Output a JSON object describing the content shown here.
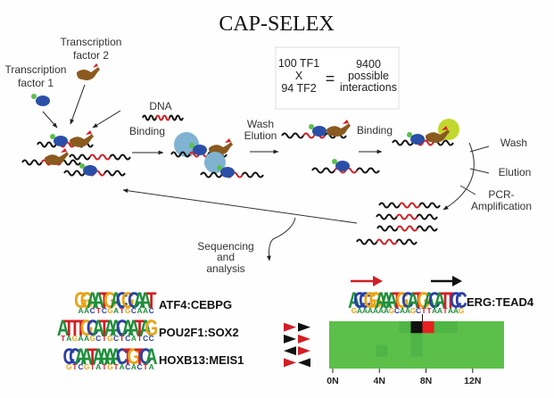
{
  "title": "CAP-SELEX",
  "labels": {
    "tf1": [
      "Transcription",
      "factor 1"
    ],
    "tf2": [
      "Transcription",
      "factor 2"
    ],
    "dna": "DNA",
    "binding_1": "Binding",
    "wash_elution": [
      "Wash",
      "Elution"
    ],
    "binding_2": "Binding",
    "wash": "Wash",
    "elution": "Elution",
    "pcr": [
      "PCR-",
      "Amplification"
    ],
    "sequencing": [
      "Sequencing",
      "and",
      "analysis"
    ]
  },
  "interaction_box": {
    "left": [
      "100 TF1",
      "X",
      "94 TF2"
    ],
    "equals": "=",
    "right": [
      "9400",
      "possible",
      "interactions"
    ]
  },
  "colors": {
    "tf1_body": "#2b4fa6",
    "tf1_tag": "#5cbf4a",
    "tf2_body": "#8a5a1f",
    "tf2_tag": "#d6202a",
    "dna_black": "#111111",
    "dna_red": "#d11f25",
    "bead_blue": "#7fb3d1",
    "bead_green": "#c2d82e",
    "heat_base": "#5cbf4a",
    "heat_dark": "#111111",
    "heat_red": "#e8201f",
    "base_A": "#1e8f3a",
    "base_C": "#2a3fa6",
    "base_G": "#e8a317",
    "base_T": "#d11f25"
  },
  "motif_logos": [
    {
      "pair": "ATF4:CEBPG",
      "top": "GGAATGACGCAAT",
      "bottom": "AACTCGATGCAAC"
    },
    {
      "pair": "POU2F1:SOX2",
      "top": "ATTTGCATAACAATAG",
      "bottom": "TAGAAGCTGCTCATCC"
    },
    {
      "pair": "HOXB13:MEIS1",
      "top": "CCAATAAAACTGTCA",
      "bottom": "GTCGTATGTACACTA"
    }
  ],
  "erg_tead4": {
    "pair": "ERG:TEAD4",
    "top": "ACCGGAAATGCATGACATTCC",
    "bottom": "GAAAAAAGCAAGCTTAATAAG"
  },
  "chart_data": {
    "type": "heatmap",
    "title": "ERG:TEAD4",
    "xlabel": "",
    "ylabel": "",
    "x_ticks": [
      "0N",
      "4N",
      "8N",
      "12N"
    ],
    "x_range": [
      0,
      15
    ],
    "rows": [
      {
        "orientation": [
          "right-red",
          "right-black"
        ]
      },
      {
        "orientation": [
          "right-black",
          "right-red"
        ]
      },
      {
        "orientation": [
          "left-black",
          "right-red"
        ]
      },
      {
        "orientation": [
          "right-red",
          "left-black"
        ]
      }
    ],
    "highlight_cells": [
      {
        "row": 0,
        "spacing": 7,
        "value": "dark"
      },
      {
        "row": 0,
        "spacing": 8,
        "value": "high"
      }
    ],
    "mild_cells": [
      {
        "row": 0,
        "spacing": 6
      },
      {
        "row": 0,
        "spacing": 9
      },
      {
        "row": 0,
        "spacing": 10
      },
      {
        "row": 1,
        "spacing": 7
      },
      {
        "row": 2,
        "spacing": 4
      },
      {
        "row": 2,
        "spacing": 7
      }
    ]
  }
}
